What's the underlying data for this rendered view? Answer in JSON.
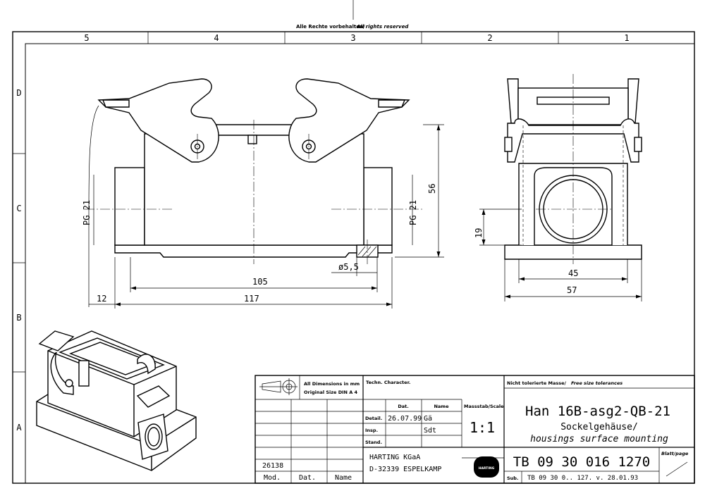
{
  "header": {
    "rights_de": "Alle Rechte vorbehalten/",
    "rights_en": "All rights reserved"
  },
  "grid": {
    "columns": [
      "5",
      "4",
      "3",
      "2",
      "1"
    ],
    "rows": [
      "D",
      "C",
      "B",
      "A"
    ]
  },
  "dimensions": {
    "front": {
      "pg_left": "PG 21",
      "pg_right": "PG 21",
      "height": "56",
      "hole": "ø5,5",
      "width_inner": "105",
      "width_outer": "117",
      "offset": "12"
    },
    "side": {
      "center_height": "19",
      "width_inner": "45",
      "width_outer": "57"
    }
  },
  "title_block": {
    "dims_note_1": "All Dimensions in mm",
    "dims_note_2": "Original Size DIN A 4",
    "techn": "Techn. Character.",
    "col_dat": "Dat.",
    "col_name": "Name",
    "row_detail": "Detail.",
    "row_insp": "Insp.",
    "row_stand": "Stand.",
    "detail_date": "26.07.99",
    "detail_name": "Gä",
    "insp_name": "Sdt",
    "scale_label": "Massstab/Scale",
    "scale": "1:1",
    "tolerance_de": "Nicht tolerierte Masse/",
    "tolerance_en": "Free size tolerances",
    "product": "Han 16B-asg2-QB-21",
    "desc_de": "Sockelgehäuse/",
    "desc_en": "housings surface mounting",
    "company": "HARTING KGaA",
    "address": "D-32339 ESPELKAMP",
    "logo": "HARTING",
    "part_number": "TB 09 30 016 1270",
    "sheet_label": "Blatt/page",
    "mod_number": "26138",
    "mod": "Mod.",
    "dat": "Dat.",
    "name": "Name",
    "sub_label": "Sub.",
    "sub_text": "TB 09 30 0.. 127. v. 28.01.93"
  }
}
